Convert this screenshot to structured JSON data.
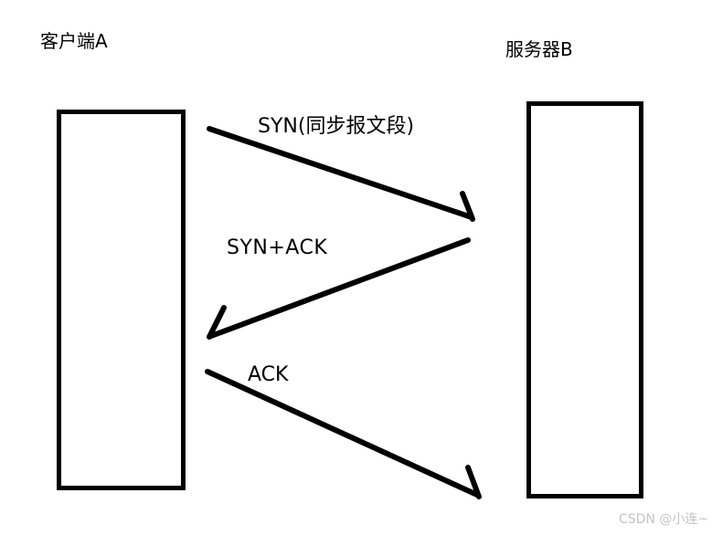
{
  "diagram": {
    "kind": "sequence-diagram",
    "topic": "TCP three-way handshake",
    "client_label": "客户端A",
    "server_label": "服务器B",
    "messages": [
      {
        "label": "SYN(同步报文段)",
        "from": "客户端A",
        "to": "服务器B",
        "direction": "left-to-right-down"
      },
      {
        "label": "SYN+ACK",
        "from": "服务器B",
        "to": "客户端A",
        "direction": "right-to-left-down"
      },
      {
        "label": "ACK",
        "from": "客户端A",
        "to": "服务器B",
        "direction": "left-to-right-down"
      }
    ],
    "watermark": "CSDN @小连~",
    "colors": {
      "stroke": "#000000",
      "background": "#ffffff",
      "watermark": "#c3c3c3"
    }
  }
}
